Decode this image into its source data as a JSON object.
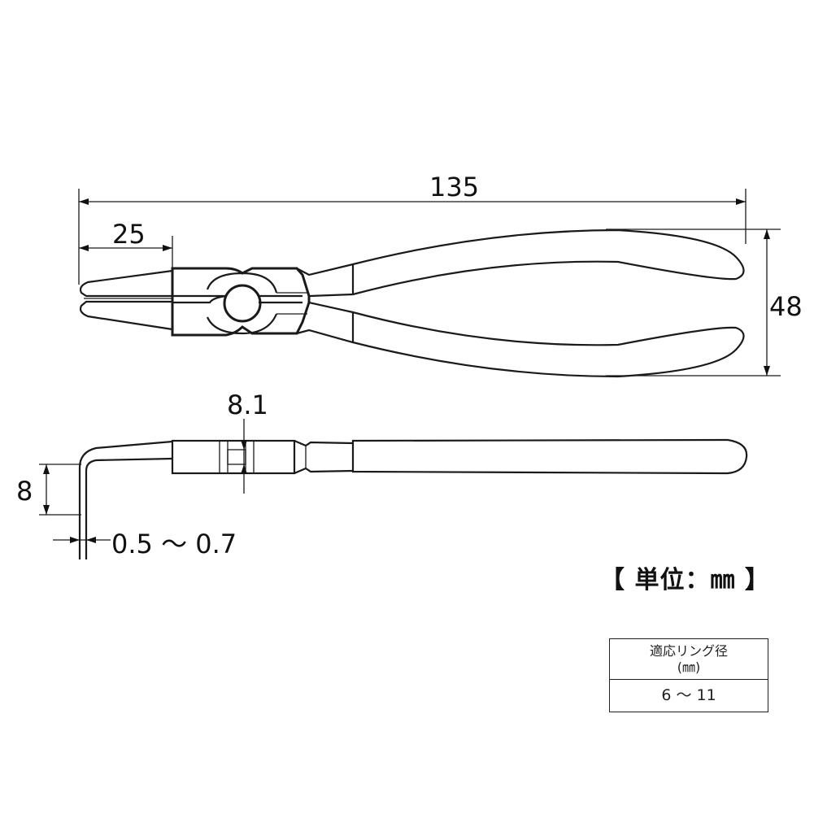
{
  "dimensions": {
    "overall_length": "135",
    "jaw_length": "25",
    "handle_span": "48",
    "joint_thickness": "8.1",
    "tip_length": "8",
    "tip_diameter": "0.5 ～ 0.7"
  },
  "unit_label": "【 単位：㎜ 】",
  "spec_table": {
    "header_line1": "適応リング径",
    "header_line2": "(㎜)",
    "value": "6 ～ 11"
  }
}
